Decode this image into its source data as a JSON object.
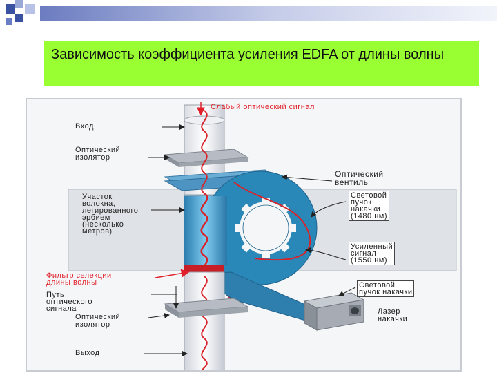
{
  "slide": {
    "title": "Зависимость коэффициента усиления EDFA от длины волны"
  },
  "diagram": {
    "labels": {
      "weak_signal": "Слабый оптический сигнал",
      "input": "Вход",
      "isolator_top": "Оптический\nизолятор",
      "valve": "Оптический\nвентиль",
      "fiber_section": "Участок\nволокна,\nлегированного\nэрбием\n(несколько\nметров)",
      "pump_beam": "Световой\nпучок\nнакачки\n(1480 нм)",
      "amplified_signal": "Усиленный\nсигнал\n(1550 нм)",
      "selection_filter": "Фильтр селекции\nдлины волны",
      "signal_path": "Путь\nоптического\nсигнала",
      "isolator_bottom": "Оптический\nизолятор",
      "output": "Выход",
      "pump_beam_bottom": "Световой\nпучок накачки",
      "pump_laser": "Лазер\nнакачки"
    }
  }
}
